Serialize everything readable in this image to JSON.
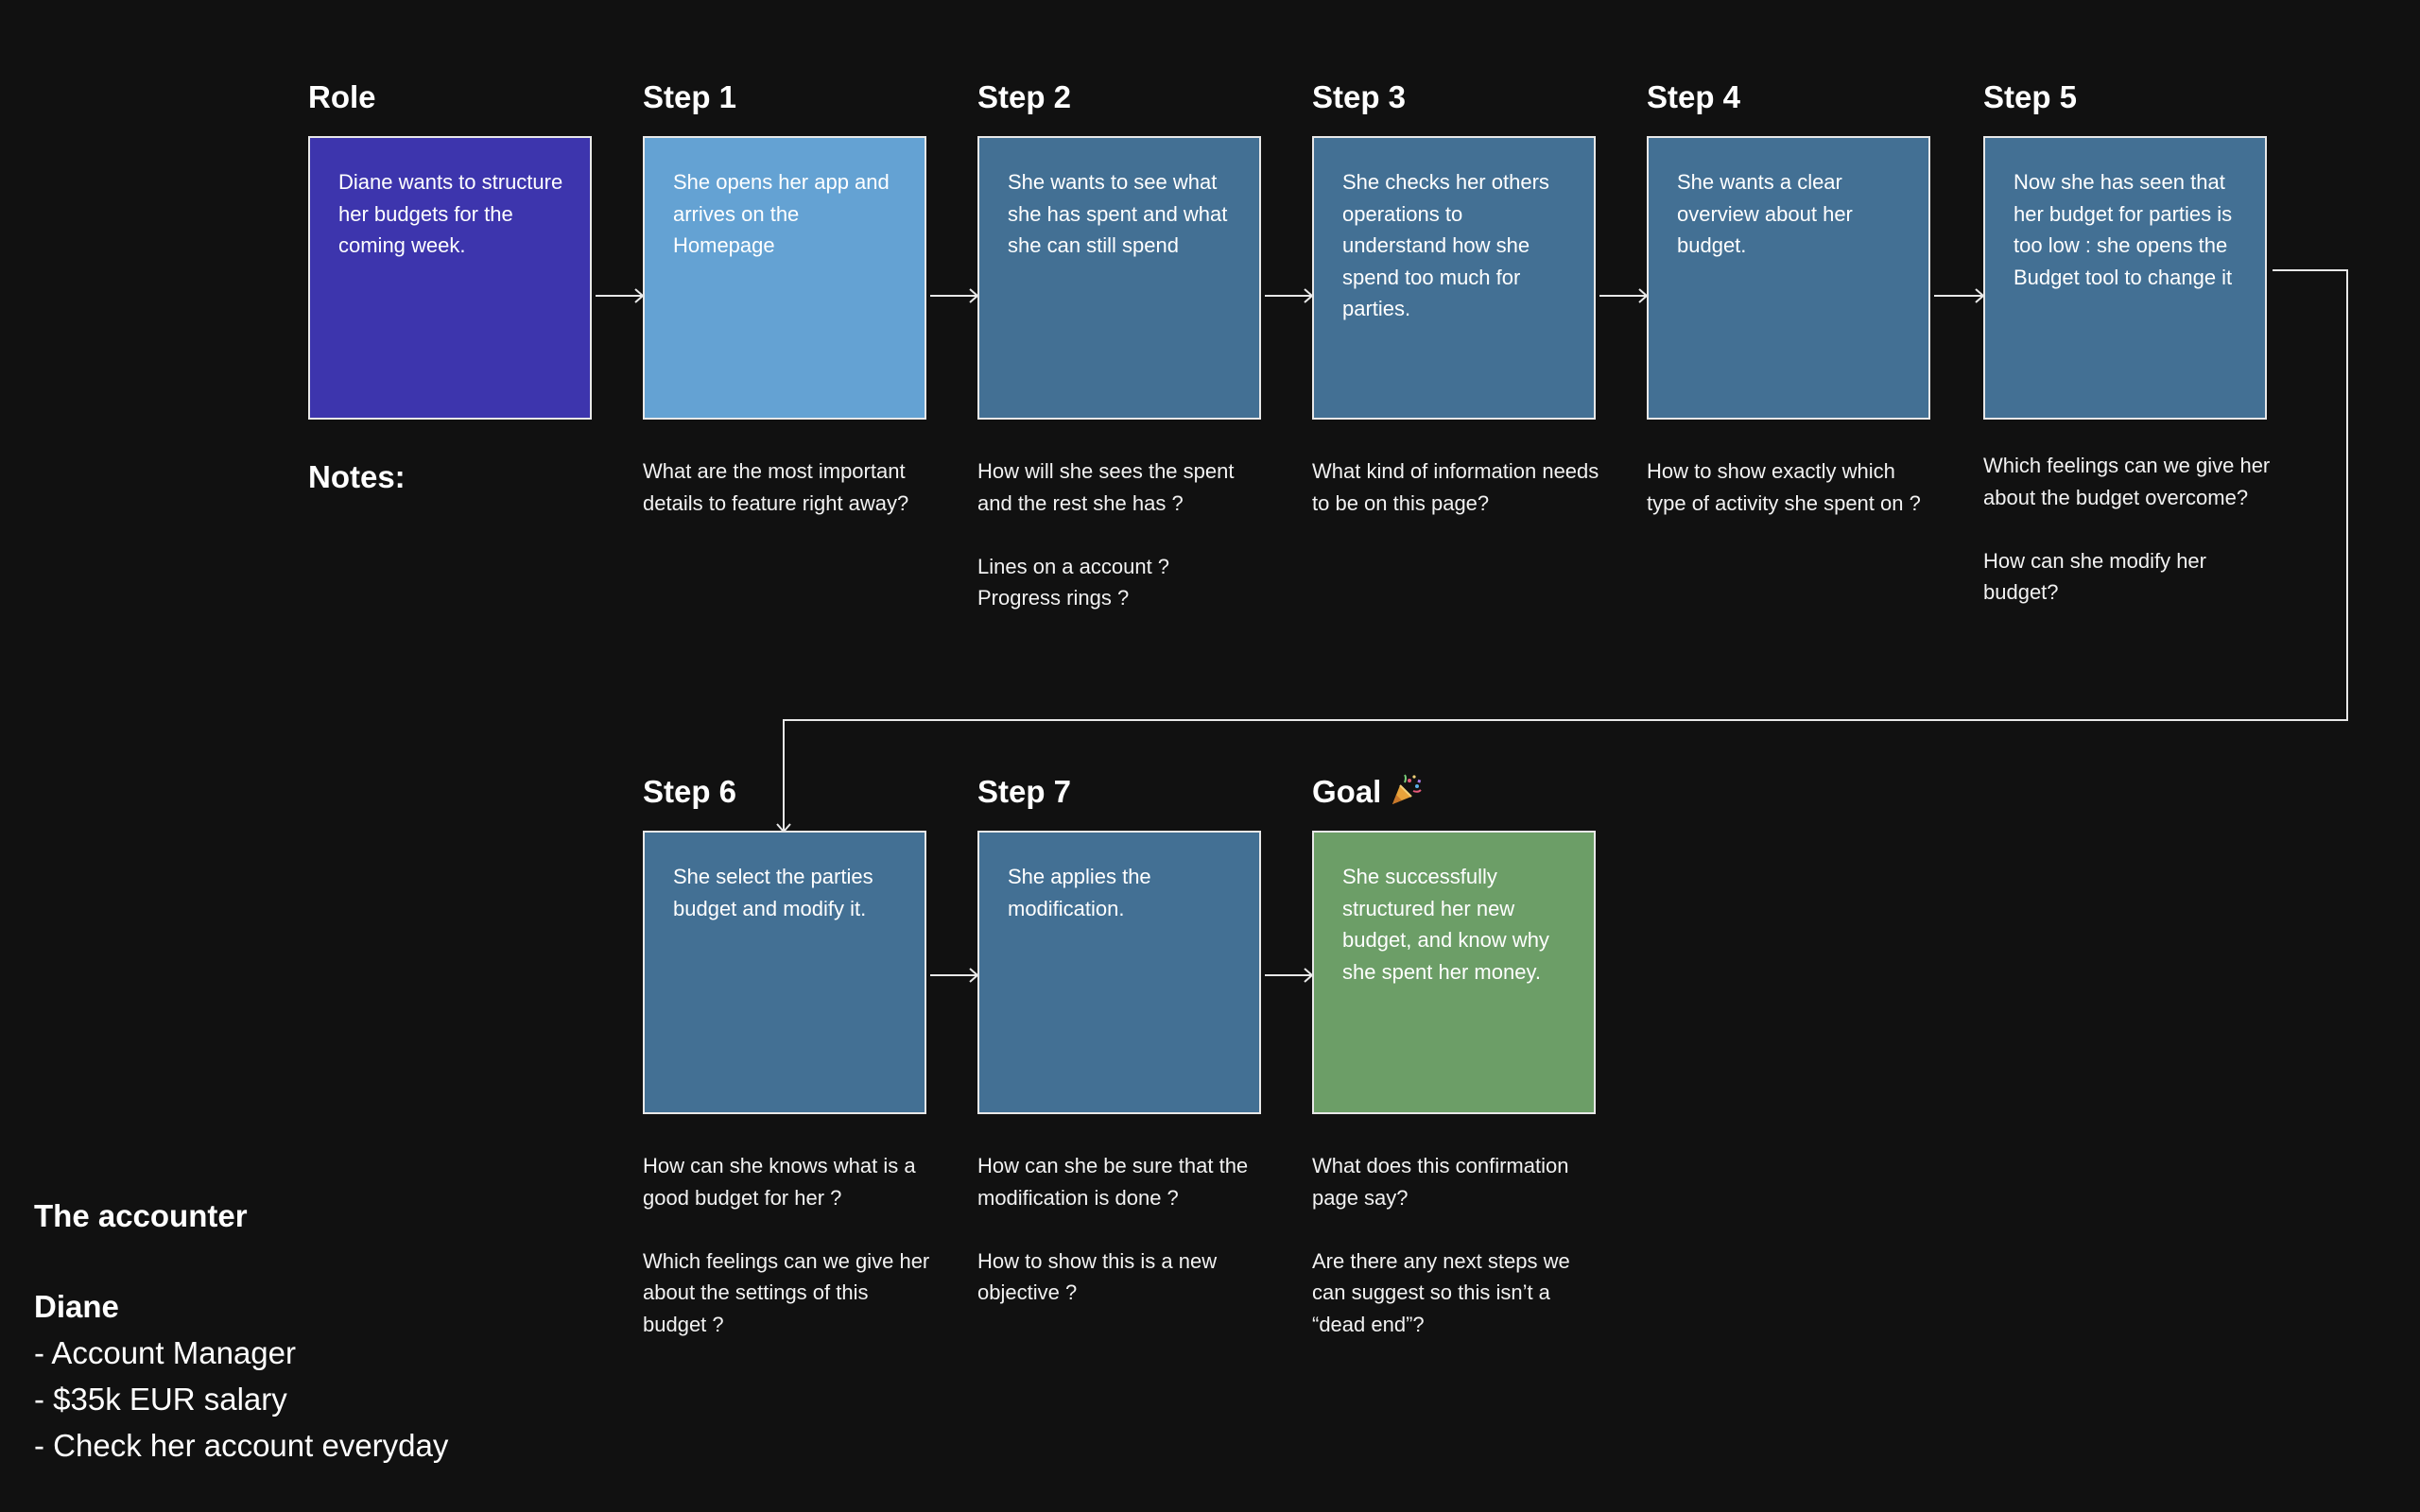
{
  "role": {
    "heading": "Role",
    "text": "Diane wants to structure her budgets for the coming week.",
    "notes_label": "Notes:"
  },
  "steps": [
    {
      "heading": "Step 1",
      "text": "She opens her app and arrives on the Homepage",
      "notes": [
        "What are the most important details to feature right away?"
      ]
    },
    {
      "heading": "Step 2",
      "text": "She wants to see what she has spent and what she can still spend",
      "notes": [
        "How will she sees the spent and the rest she has ?",
        "Lines on a account ?",
        "Progress rings ?"
      ]
    },
    {
      "heading": "Step 3",
      "text": "She checks her others operations to understand how she spend too much for parties.",
      "notes": [
        "What kind of information needs to be on this page?"
      ]
    },
    {
      "heading": "Step 4",
      "text": "She wants a clear overview about her budget.",
      "notes": [
        "How to show exactly which type of activity she spent on ?"
      ]
    },
    {
      "heading": "Step 5",
      "text": "Now she has seen that her budget for parties is too low : she opens the Budget tool to change it",
      "notes": [
        "Which feelings can we give her about the budget overcome?",
        "How can she modify her budget?"
      ]
    },
    {
      "heading": "Step 6",
      "text": "She select the parties budget and modify it.",
      "notes": [
        "How can she knows what is a good budget for her ?",
        "Which feelings can we give her about the settings of this budget ?"
      ]
    },
    {
      "heading": "Step 7",
      "text": "She applies the modification.",
      "notes": [
        "How can she be sure that the modification is done ?",
        "How to show this is a new objective ?"
      ]
    }
  ],
  "goal": {
    "heading": "Goal",
    "icon": "party-popper-icon",
    "text": "She successfully structured her new budget, and know why she spent her money.",
    "notes": [
      "What does this confirmation page say?",
      "Are there any next steps we can suggest so this isn’t a “dead end”?"
    ]
  },
  "persona": {
    "title": "The accounter",
    "name": "Diane",
    "items": [
      "- Account Manager",
      "- $35k EUR salary",
      "- Check her account everyday"
    ]
  },
  "colors": {
    "background": "#111111",
    "role_card": "#3d35ad",
    "step1_card": "#64a2d3",
    "step_card": "#437094",
    "goal_card": "#6c9e67",
    "connector": "#e8e8e8"
  }
}
